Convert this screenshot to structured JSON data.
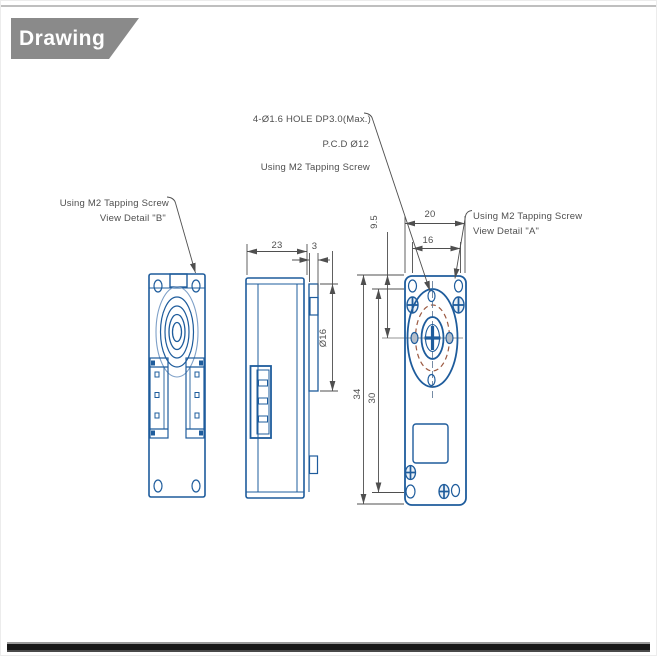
{
  "header": {
    "title": "Drawing"
  },
  "drawing": {
    "notes": {
      "pcd_note": {
        "line1": "4-Ø1.6 HOLE DP3.0(Max.)",
        "line2": "P.C.D Ø12",
        "line3": "Using M2 Tapping Screw"
      },
      "detail_b": {
        "line1": "Using M2 Tapping Screw",
        "line2": "View Detail \"B\""
      },
      "detail_a": {
        "line1": "Using M2 Tapping Screw",
        "line2": "View Detail \"A\""
      }
    },
    "dimensions": {
      "side_view_width": "23",
      "boss_protrusion": "3",
      "boss_diameter": "Ø16",
      "top_width": "20",
      "mount_hole_span": "16",
      "shaft_offset": "9.5",
      "body_height": "34",
      "mount_hole_pitch": "30"
    },
    "colors": {
      "part_line": "#1e5c9c",
      "pcd_dashed": "#9c5a42",
      "dimension_line": "#4f4f4f",
      "banner": "#8a8a8a",
      "bottom_bar": "#171717"
    }
  }
}
